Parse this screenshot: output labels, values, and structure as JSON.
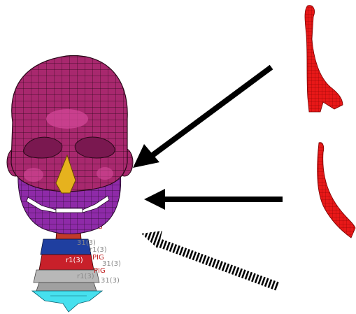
{
  "figure": {
    "background": "#ffffff",
    "colors": {
      "skull": "#a8286e",
      "skull_highlight": "#d6499a",
      "skull_lines": "#2a0818",
      "nasal": "#e6b21e",
      "mandible": "#8e2aa8",
      "mandible_lines": "#2a0a30",
      "teeth": "#ffffff",
      "neck_red": "#c8202a",
      "neck_blue": "#1f3fa0",
      "neck_gray": "#b8b8b8",
      "neck_cyan": "#46e0ee",
      "insert_red": "#e81818",
      "arrow": "#000000"
    },
    "icons": [
      "skull-mesh",
      "ligament-mesh",
      "tendon-mesh",
      "solid-arrow",
      "hatched-arrow"
    ],
    "neck_labels": [
      "PIG",
      "31(3)",
      "r1(3)",
      "PIG",
      "r1(3)",
      "31(3)",
      "PIG",
      "r1(3)",
      "31(3)"
    ]
  }
}
